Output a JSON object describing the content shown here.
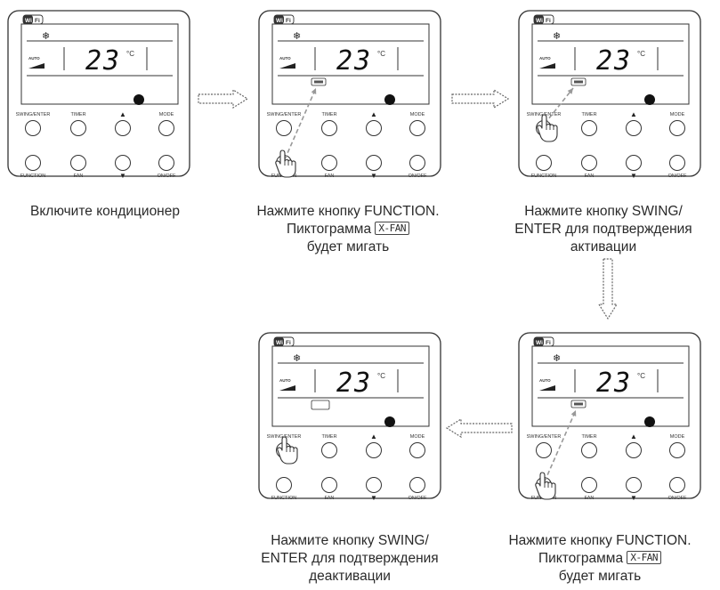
{
  "remote": {
    "wifi_label": "WiFi",
    "temperature": "23",
    "unit": "°C",
    "auto_label": "AUTO",
    "xfan_icon_text": "X-FAN",
    "buttons": {
      "swing_enter": "SWING/ENTER",
      "timer": "TIMER",
      "mode": "MODE",
      "function": "FUNCTION",
      "fan": "FAN",
      "onoff": "ON/OFF"
    }
  },
  "steps": [
    {
      "caption_lines": [
        "Включите кондиционер"
      ]
    },
    {
      "caption_lines": [
        "Нажмите кнопку FUNCTION.",
        "Пиктограмма",
        "будет мигать"
      ],
      "inline_icon": "X-FAN"
    },
    {
      "caption_lines": [
        "Нажмите кнопку SWING/",
        "ENTER для подтверждения",
        "активации"
      ]
    },
    {
      "caption_lines": [
        "Нажмите кнопку FUNCTION.",
        "Пиктограмма",
        "будет мигать"
      ],
      "inline_icon": "X-FAN"
    },
    {
      "caption_lines": [
        "Нажмите кнопку SWING/",
        "ENTER для подтверждения",
        "деактивации"
      ]
    }
  ]
}
